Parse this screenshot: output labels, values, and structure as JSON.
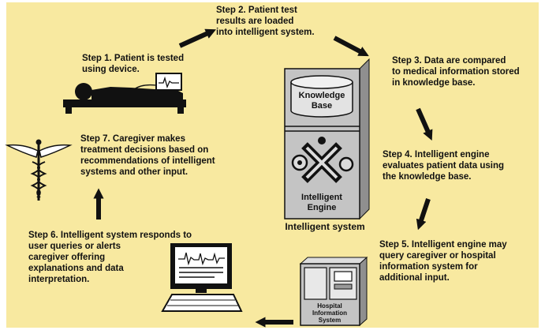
{
  "steps": {
    "step1": "Step 1. Patient is tested\nusing device.",
    "step2": "Step 2. Patient test\nresults are loaded\ninto intelligent system.",
    "step3": "Step 3. Data are compared\nto medical information stored\nin knowledge base.",
    "step4": "Step 4. Intelligent engine\nevaluates patient data using\nthe knowledge base.",
    "step5": "Step 5. Intelligent engine may\nquery caregiver or hospital\ninformation system for\nadditional input.",
    "step6": "Step 6. Intelligent system responds to\nuser queries or alerts\ncaregiver offering\nexplanations and data\ninterpretation.",
    "step7": "Step 7. Caregiver makes\ntreatment decisions based on\nrecommendations of intelligent\nsystems and other input."
  },
  "intelligent_system": {
    "knowledge_line1": "Knowledge",
    "knowledge_line2": "Base",
    "engine_line1": "Intelligent",
    "engine_line2": "Engine",
    "caption": "Intelligent system"
  },
  "hospital_system": {
    "line1": "Hospital",
    "line2": "Information",
    "line3": "System"
  },
  "icons": [
    "patient-on-bed-icon",
    "monitoring-device-icon",
    "caduceus-icon",
    "computer-monitor-icon",
    "keyboard-icon",
    "knowledge-base-cylinder-icon",
    "engine-gears-icon",
    "hospital-cabinet-icon",
    "arrow-icon"
  ],
  "colors": {
    "background": "#f8e9a0",
    "ink": "#111111",
    "server_face": "#c4c4c4",
    "server_side": "#8f8f8f"
  }
}
